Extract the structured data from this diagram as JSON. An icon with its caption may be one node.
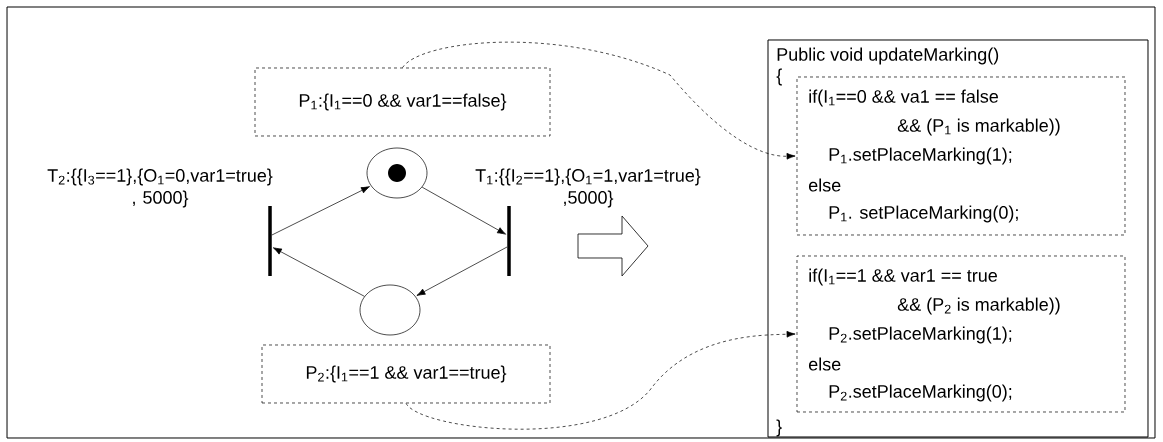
{
  "diagram": {
    "nodes": [
      {
        "text": [
          "P$_{1}$:{I$_{1}$==0 && var1==false}"
        ]
      },
      {
        "text": [],
        "shape": "circle"
      },
      {
        "text": [],
        "shape": "bar",
        "beside": [
          "T$_{1}$:{{I$_{2}$==1},{O$_{1}$=1,var1=true} ,5000}"
        ]
      },
      {
        "text": [],
        "shape": "bar",
        "beside": [
          "T$_{2}$:{{I$_{3}$==1},{O$_{1}$=0,var1=true} , 5000}"
        ]
      },
      {
        "text": [],
        "shape": "circle"
      },
      {
        "text": [
          "P$_{2}$:{I$_{1}$==1 && var1==true}"
        ]
      },
      {
        "text": [
          "Public void updateMarking()",
          "{",
          "}"
        ]
      },
      {
        "text": [
          "if(I$_{1}$==0 && va1 == false",
          "&& (P$_{1}$ is markable))",
          "P$_{1}$.setPlaceMarking(1);",
          "else",
          "P$_{1}$. setPlaceMarking(0);"
        ],
        "in": 6
      },
      {
        "text": [
          "if(I$_{1}$==1 && var1 == true",
          "&& (P$_{2}$ is markable))",
          "P$_{2}$.setPlaceMarking(1);",
          "else",
          "P$_{2}$.setPlaceMarking(0);"
        ],
        "in": 6
      }
    ],
    "edges": [
      {
        "from": 1,
        "to": 2,
        "arrow": "to"
      },
      {
        "from": 2,
        "to": 4,
        "arrow": "to"
      },
      {
        "from": 4,
        "to": 3,
        "arrow": "to"
      },
      {
        "from": 3,
        "to": 1,
        "arrow": "to"
      },
      {
        "from": 0,
        "to": 7,
        "arrow": "to",
        "style": "dashed"
      },
      {
        "from": 5,
        "to": 8,
        "arrow": "to",
        "style": "dashed"
      }
    ]
  }
}
